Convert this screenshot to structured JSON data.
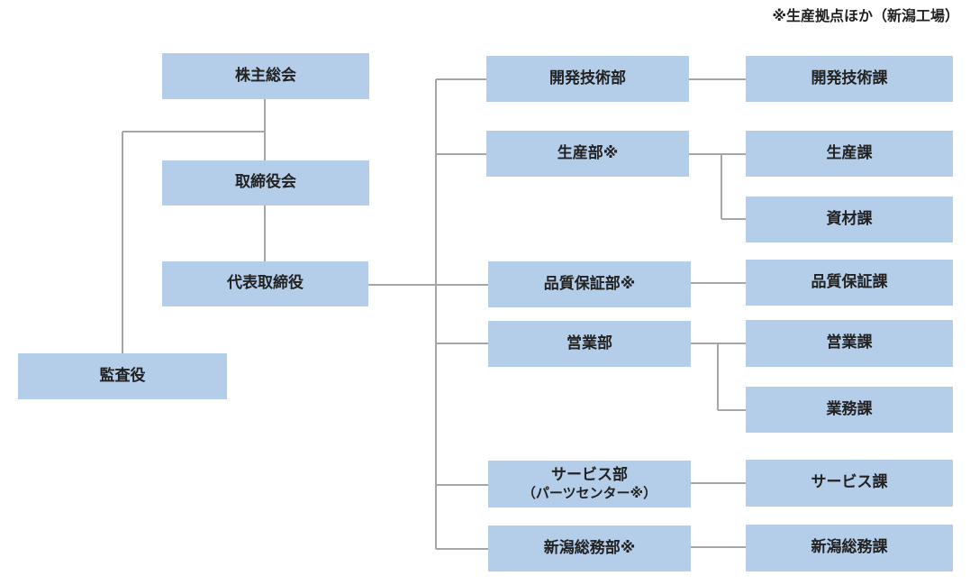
{
  "note": "※生産拠点ほか（新潟工場）",
  "governance": {
    "shareholders": "株主総会",
    "board": "取締役会",
    "president": "代表取締役",
    "auditor": "監査役"
  },
  "departments": {
    "dev": {
      "name": "開発技術部",
      "sections": [
        "開発技術課"
      ]
    },
    "prod": {
      "name": "生産部※",
      "sections": [
        "生産課",
        "資材課"
      ]
    },
    "qa": {
      "name": "品質保証部※",
      "sections": [
        "品質保証課"
      ]
    },
    "sales": {
      "name": "営業部",
      "sections": [
        "営業課",
        "業務課"
      ]
    },
    "service": {
      "name": "サービス部",
      "subname": "（パーツセンター※）",
      "sections": [
        "サービス課"
      ]
    },
    "niigata": {
      "name": "新潟総務部※",
      "sections": [
        "新潟総務課"
      ]
    }
  }
}
